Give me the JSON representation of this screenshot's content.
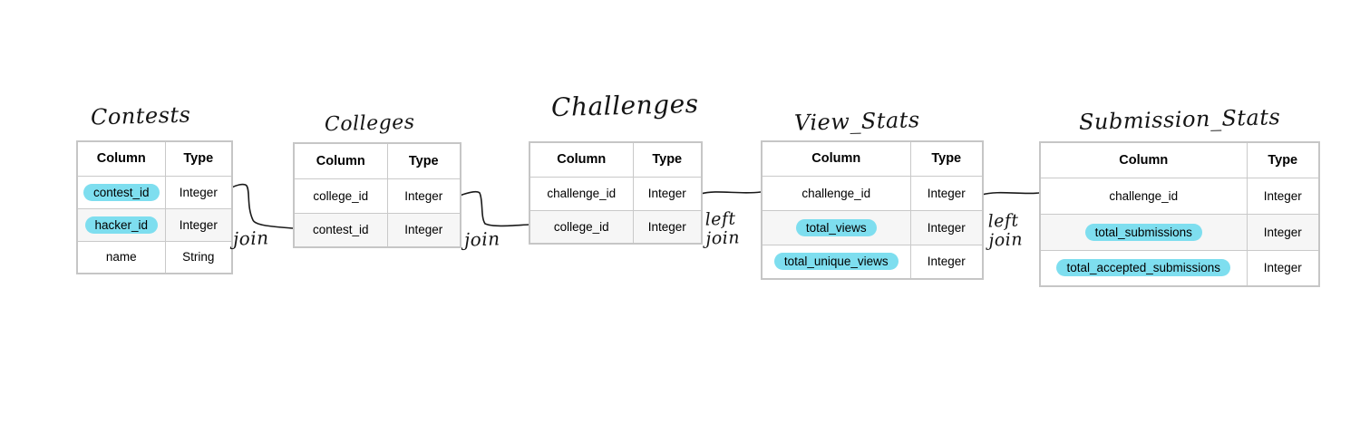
{
  "diagram": {
    "highlight_color": "#7EDEEF",
    "tables": [
      {
        "title": "Contests",
        "headers": [
          "Column",
          "Type"
        ],
        "rows": [
          {
            "column": "contest_id",
            "type": "Integer",
            "highlighted": true
          },
          {
            "column": "hacker_id",
            "type": "Integer",
            "highlighted": true
          },
          {
            "column": "name",
            "type": "String",
            "highlighted": false
          }
        ]
      },
      {
        "title": "Colleges",
        "headers": [
          "Column",
          "Type"
        ],
        "rows": [
          {
            "column": "college_id",
            "type": "Integer",
            "highlighted": false
          },
          {
            "column": "contest_id",
            "type": "Integer",
            "highlighted": false
          }
        ]
      },
      {
        "title": "Challenges",
        "headers": [
          "Column",
          "Type"
        ],
        "rows": [
          {
            "column": "challenge_id",
            "type": "Integer",
            "highlighted": false
          },
          {
            "column": "college_id",
            "type": "Integer",
            "highlighted": false
          }
        ]
      },
      {
        "title": "View_Stats",
        "headers": [
          "Column",
          "Type"
        ],
        "rows": [
          {
            "column": "challenge_id",
            "type": "Integer",
            "highlighted": false
          },
          {
            "column": "total_views",
            "type": "Integer",
            "highlighted": true
          },
          {
            "column": "total_unique_views",
            "type": "Integer",
            "highlighted": true
          }
        ]
      },
      {
        "title": "Submission_Stats",
        "headers": [
          "Column",
          "Type"
        ],
        "rows": [
          {
            "column": "challenge_id",
            "type": "Integer",
            "highlighted": false
          },
          {
            "column": "total_submissions",
            "type": "Integer",
            "highlighted": true
          },
          {
            "column": "total_accepted_submissions",
            "type": "Integer",
            "highlighted": true
          }
        ]
      }
    ],
    "connectors": [
      {
        "label_lines": [
          "join"
        ],
        "from": "Contests.contest_id",
        "to": "Colleges.contest_id"
      },
      {
        "label_lines": [
          "join"
        ],
        "from": "Colleges.college_id",
        "to": "Challenges.college_id"
      },
      {
        "label_lines": [
          "left",
          "join"
        ],
        "from": "Challenges.challenge_id",
        "to": "View_Stats.challenge_id"
      },
      {
        "label_lines": [
          "left",
          "join"
        ],
        "from": "View_Stats.challenge_id",
        "to": "Submission_Stats.challenge_id"
      }
    ]
  }
}
